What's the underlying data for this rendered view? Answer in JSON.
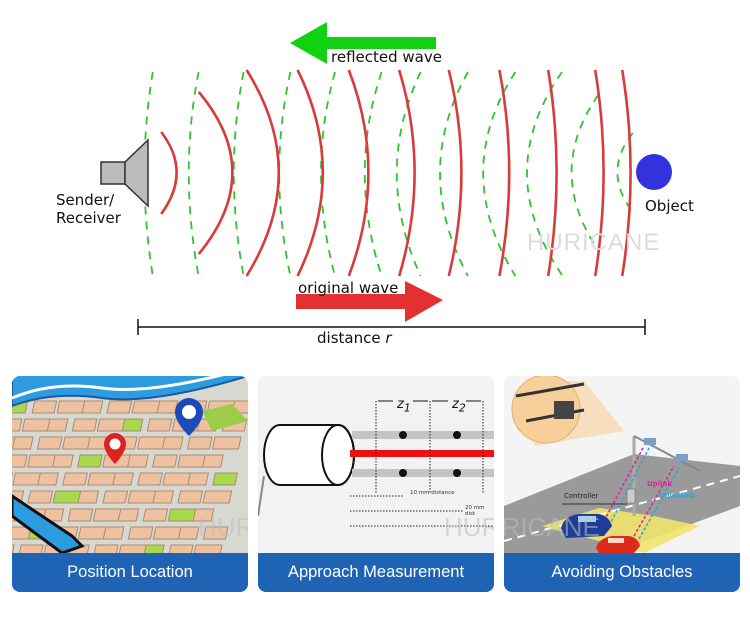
{
  "diagram": {
    "title_arrow_reflected": "reflected wave",
    "title_arrow_original": "original wave",
    "sender_label_line1": "Sender/",
    "sender_label_line2": "Receiver",
    "object_label": "Object",
    "distance_label": "distance",
    "distance_var": "r",
    "watermark": "HURICANE",
    "colors": {
      "original_wave": "#d93a3a",
      "reflected_wave": "#2ec42e",
      "reflected_arrow": "#11d111",
      "original_arrow": "#e33131",
      "object": "#3333dd",
      "speaker": "#bbbbbb"
    }
  },
  "cards": [
    {
      "id": "position",
      "caption": "Position Location"
    },
    {
      "id": "approach",
      "caption": "Approach Measurement",
      "labels": {
        "z1": "z",
        "z1_sub": "1",
        "z2": "z",
        "z2_sub": "2",
        "d10": "10 mm distance",
        "d20": "20 mm dist"
      }
    },
    {
      "id": "obstacles",
      "caption": "Avoiding Obstacles",
      "labels": {
        "controller": "Controller",
        "uplink": "Uplink",
        "downlink": "Downlink"
      }
    }
  ],
  "colors": {
    "caption_bg": "#1f64b4",
    "caption_text": "#ffffff"
  }
}
